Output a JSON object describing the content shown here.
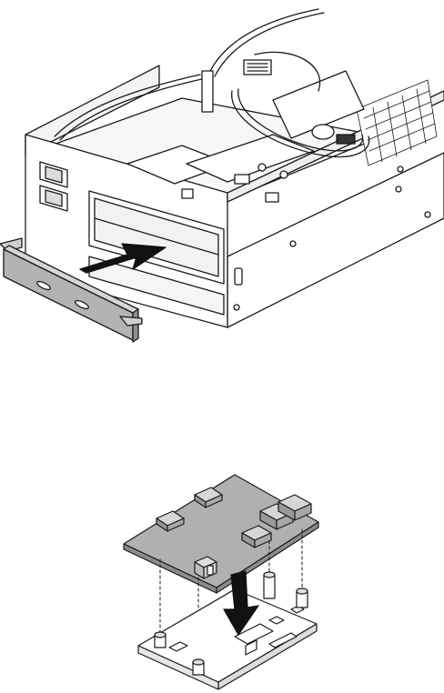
{
  "figures": [
    {
      "id": "install-front-bezel",
      "arrow_direction": "into-chassis"
    },
    {
      "id": "install-board",
      "arrow_direction": "down"
    }
  ],
  "colors": {
    "line": "#1a1a1a",
    "metal": "#ffffff",
    "bezel": "#b3b3b3",
    "board": "#a8a8a8",
    "board_top": "#bdbdbd",
    "chip": "#c9c9c9",
    "arrow": "#111111"
  },
  "icons": [
    "drive-bay-chassis",
    "front-bezel-cover",
    "insert-arrow-icon",
    "circuit-board",
    "board-bracket",
    "down-arrow-icon"
  ]
}
